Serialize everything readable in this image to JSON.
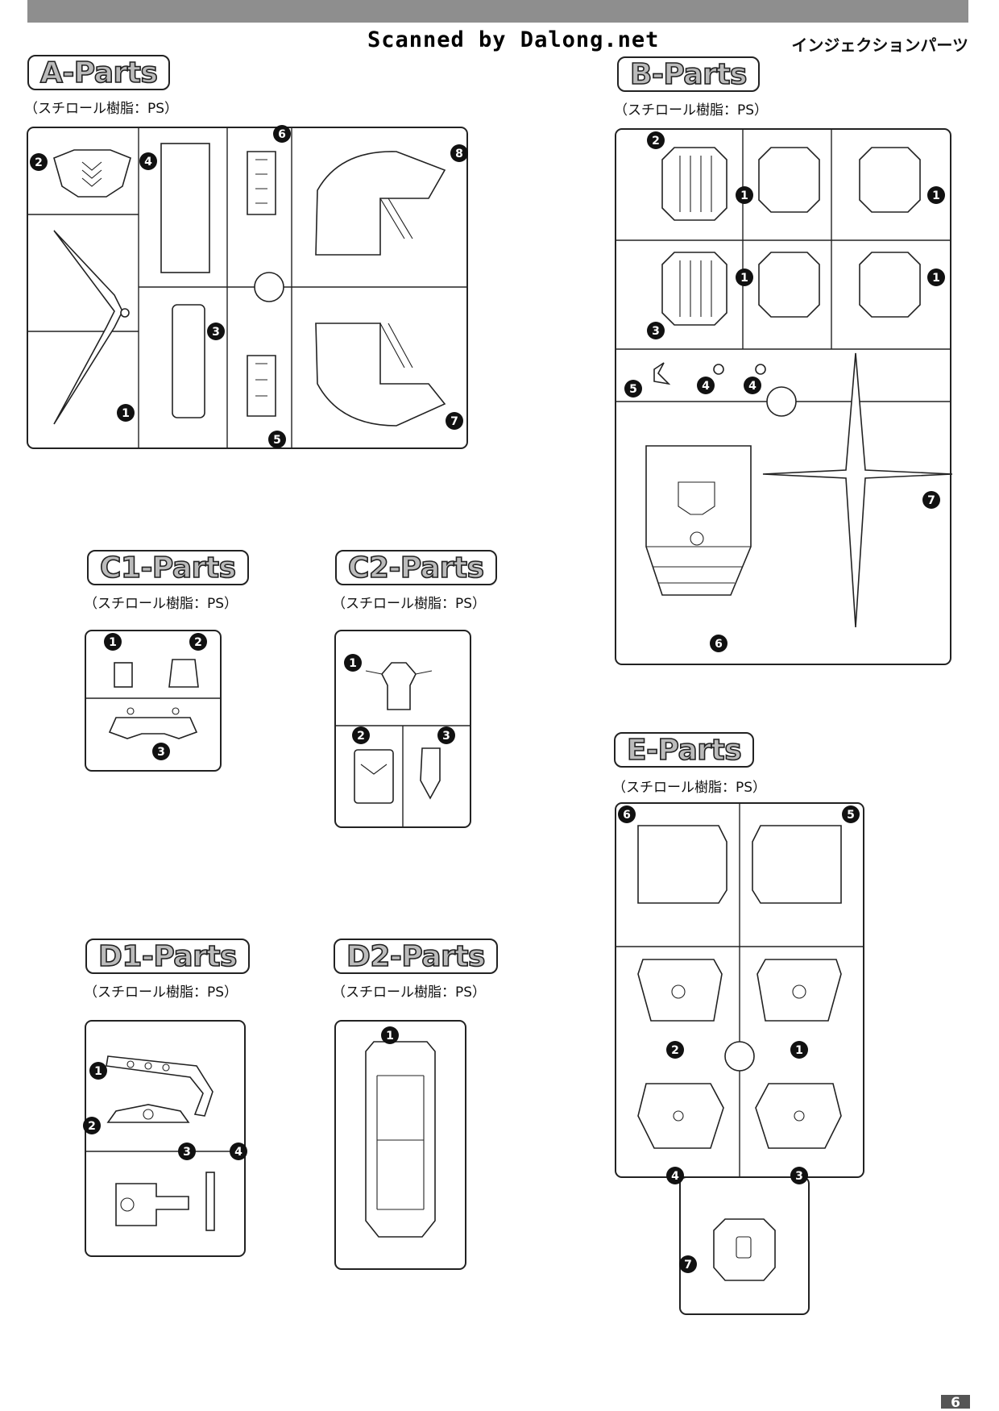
{
  "header": {
    "scanner_credit": "Scanned by Dalong.net",
    "section_title": "インジェクションパーツ"
  },
  "material_label": "（スチロール樹脂：PS）",
  "runners": [
    {
      "id": "A",
      "title": "A-Parts",
      "material": "（スチロール樹脂：PS）",
      "part_numbers": [
        "1",
        "2",
        "3",
        "4",
        "5",
        "6",
        "7",
        "8"
      ]
    },
    {
      "id": "B",
      "title": "B-Parts",
      "material": "（スチロール樹脂：PS）",
      "part_numbers": [
        "1",
        "1",
        "1",
        "1",
        "2",
        "3",
        "4",
        "4",
        "5",
        "6",
        "7"
      ]
    },
    {
      "id": "C1",
      "title": "C1-Parts",
      "material": "（スチロール樹脂：PS）",
      "part_numbers": [
        "1",
        "2",
        "3"
      ]
    },
    {
      "id": "C2",
      "title": "C2-Parts",
      "material": "（スチロール樹脂：PS）",
      "part_numbers": [
        "1",
        "2",
        "3"
      ]
    },
    {
      "id": "D1",
      "title": "D1-Parts",
      "material": "（スチロール樹脂：PS）",
      "part_numbers": [
        "1",
        "2",
        "3",
        "4"
      ]
    },
    {
      "id": "D2",
      "title": "D2-Parts",
      "material": "（スチロール樹脂：PS）",
      "part_numbers": [
        "1"
      ]
    },
    {
      "id": "E",
      "title": "E-Parts",
      "material": "（スチロール樹脂：PS）",
      "part_numbers": [
        "1",
        "2",
        "3",
        "4",
        "5",
        "6",
        "7"
      ]
    }
  ],
  "page_number": "6",
  "colors": {
    "topbar": "#8e8e8e",
    "line": "#222222",
    "badge_fill": "#bbbbbb"
  }
}
